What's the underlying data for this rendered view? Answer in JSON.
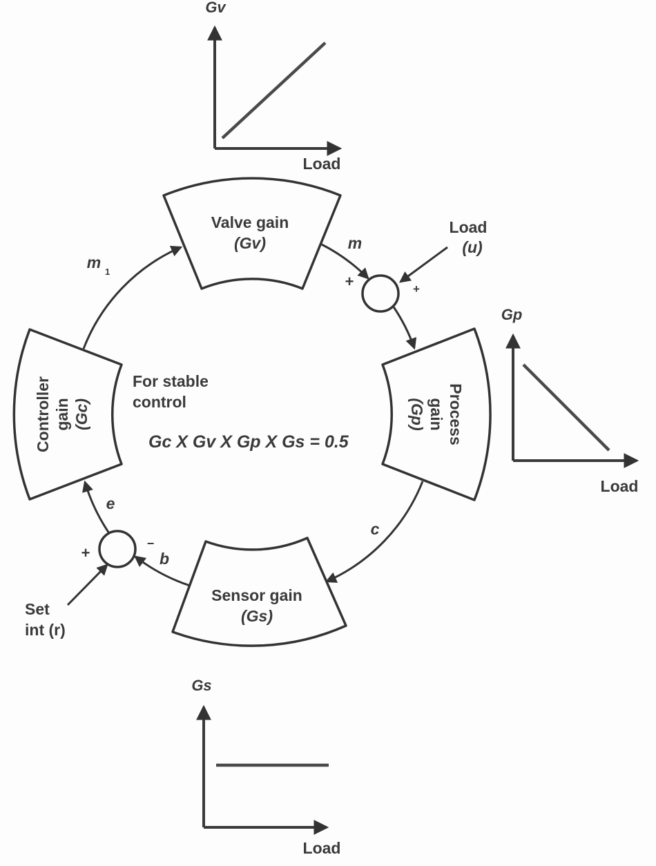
{
  "annotation": {
    "line1": "For stable",
    "line2": "control",
    "equation": "Gc X Gv X Gp X Gs = 0.5"
  },
  "blocks": {
    "valve": {
      "line1": "Valve gain",
      "line2": "(Gv)"
    },
    "process": {
      "line1": "Process",
      "line2": "gain",
      "line3": "(Gp)"
    },
    "sensor": {
      "line1": "Sensor gain",
      "line2": "(Gs)"
    },
    "controller": {
      "line1": "Controller",
      "line2": "gain",
      "line3": "(Gc)"
    }
  },
  "signals": {
    "m1": "m",
    "m1_sub": "1",
    "m": "m",
    "c": "c",
    "b": "b",
    "e": "e"
  },
  "external_inputs": {
    "load": {
      "line1": "Load",
      "line2": "(u)"
    },
    "setpoint": {
      "line1": "Set",
      "line2": "int (r)"
    }
  },
  "junction_signs": {
    "top_left": "+",
    "top_right": "+",
    "bottom_left": "+",
    "bottom_right": "−"
  },
  "colors": {
    "ink": "#333333",
    "text": "#3a3a3a",
    "paper": "#fdfdfd"
  },
  "chart_data": [
    {
      "type": "line",
      "title": "Valve gain vs load",
      "xlabel": "Load",
      "ylabel": "Gv",
      "x": [
        0,
        1
      ],
      "y": [
        0.05,
        0.95
      ],
      "trend": "increasing",
      "grid": false
    },
    {
      "type": "line",
      "title": "Process gain vs load",
      "xlabel": "Load",
      "ylabel": "Gp",
      "x": [
        0.1,
        0.75
      ],
      "y": [
        0.75,
        0.08
      ],
      "trend": "decreasing",
      "grid": false
    },
    {
      "type": "line",
      "title": "Sensor gain vs load",
      "xlabel": "Load",
      "ylabel": "Gs",
      "x": [
        0.1,
        0.95
      ],
      "y": [
        0.5,
        0.5
      ],
      "trend": "constant",
      "grid": false
    }
  ]
}
